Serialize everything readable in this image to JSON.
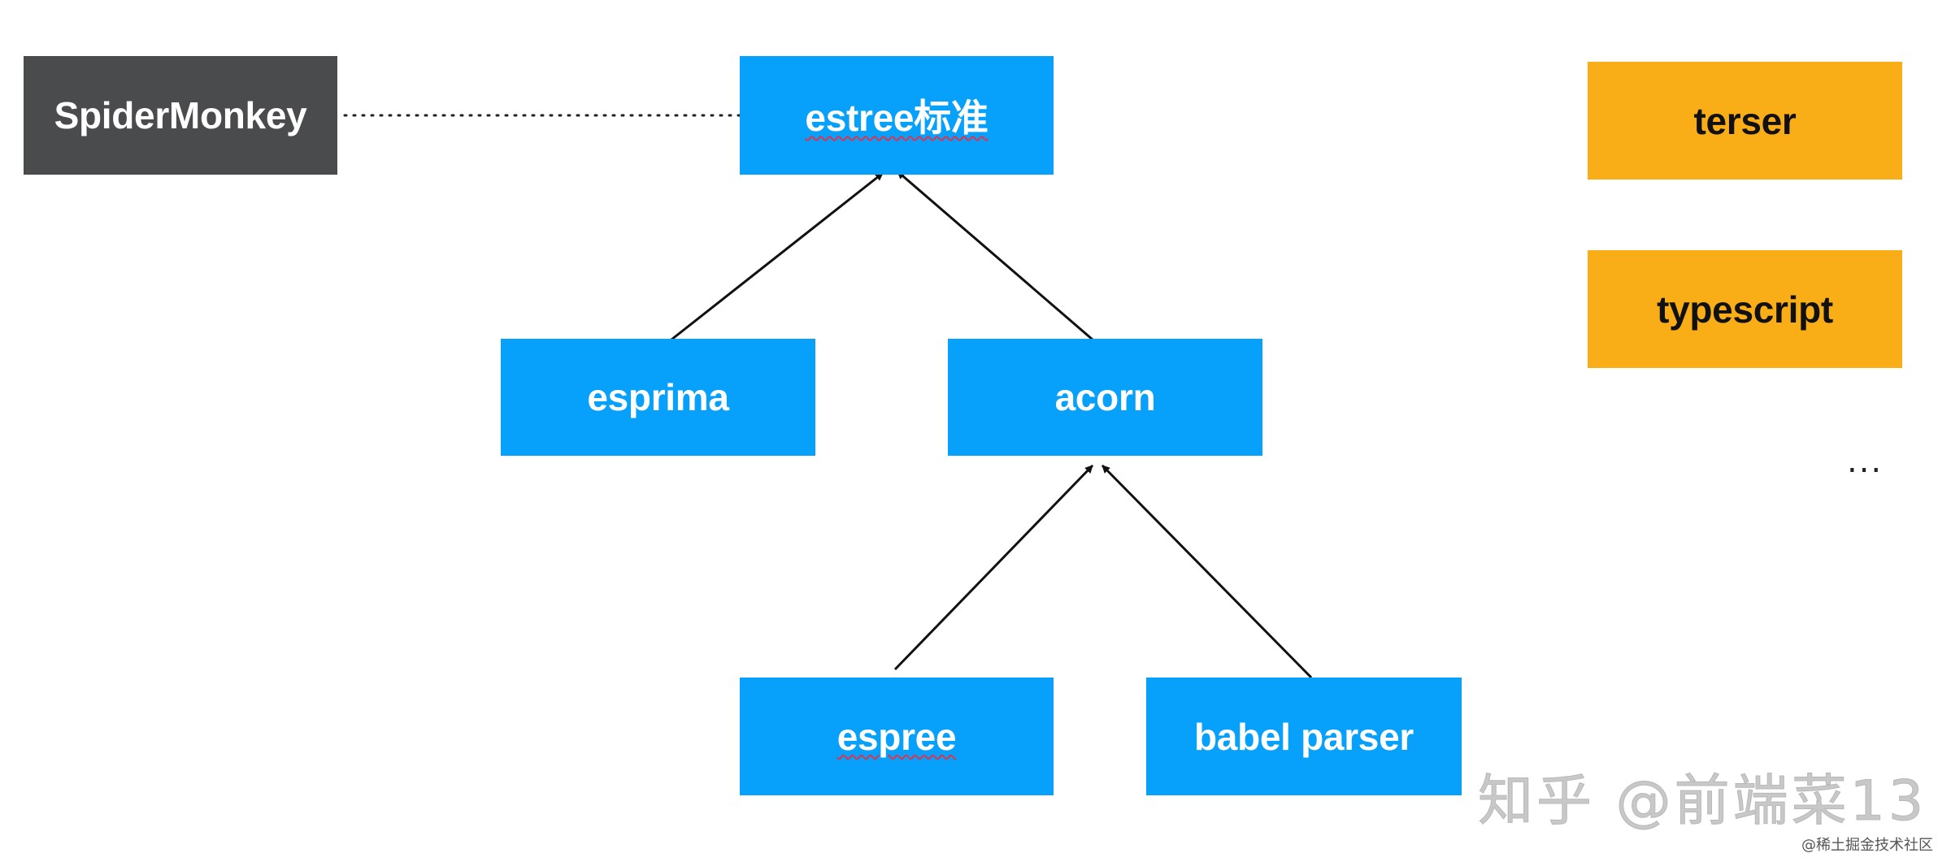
{
  "nodes": {
    "spidermonkey": "SpiderMonkey",
    "estree": "estree标准",
    "esprima": "esprima",
    "acorn": "acorn",
    "espree": "espree",
    "babel_parser": "babel parser",
    "terser": "terser",
    "typescript": "typescript"
  },
  "ellipsis": "...",
  "watermark": "知乎 @前端菜13",
  "credit": "@稀土掘金技术社区",
  "colors": {
    "node_blue": "#07a0fb",
    "node_dark": "#4a4b4d",
    "node_orange": "#f9ad17",
    "edge": "#111111"
  }
}
